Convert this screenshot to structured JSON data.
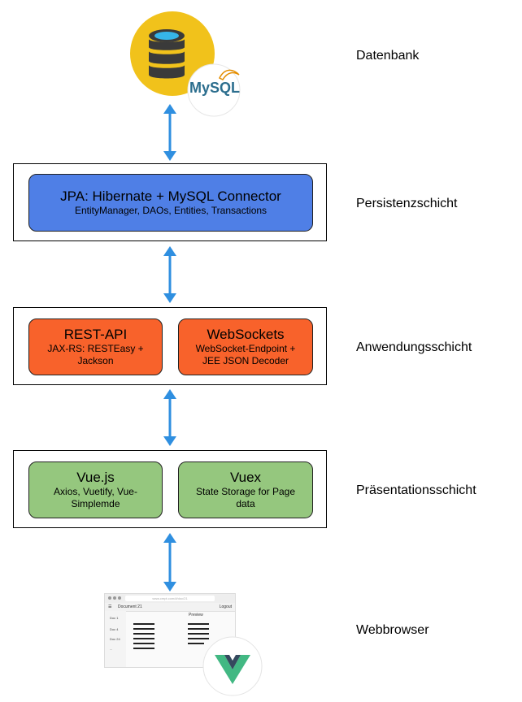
{
  "layers": {
    "db": "Datenbank",
    "persistence": "Persistenzschicht",
    "application": "Anwendungsschicht",
    "presentation": "Präsentationsschicht",
    "browser": "Webbrowser"
  },
  "persistence_box": {
    "title": "JPA: Hibernate + MySQL Connector",
    "subtitle": "EntityManager, DAOs, Entities, Transactions"
  },
  "rest_box": {
    "title": "REST-API",
    "subtitle": "JAX-RS: RESTEasy + Jackson"
  },
  "ws_box": {
    "title": "WebSockets",
    "subtitle": "WebSocket-Endpoint + JEE JSON Decoder"
  },
  "vue_box": {
    "title": "Vue.js",
    "subtitle": "Axios, Vuetify, Vue-Simplemde"
  },
  "vuex_box": {
    "title": "Vuex",
    "subtitle": "State Storage for Page data"
  },
  "mysql_logo_text": "MySQL",
  "browser_mock": {
    "url": "www.cmpt.com/#/doc/21",
    "doc_title": "Document 21",
    "logout": "Logout",
    "preview": "Preview",
    "side_items": [
      "Doc 1",
      "Doc 4",
      "Doc 24",
      "..."
    ]
  },
  "colors": {
    "persistence": "#4f7fe6",
    "application": "#f8622b",
    "presentation": "#95c77e",
    "arrow": "#2f8fe0",
    "db_icon_bg": "#f1c21b"
  },
  "icons": {
    "database": "database-icon",
    "mysql": "mysql-logo",
    "vue": "vue-logo",
    "browser": "browser-window-icon"
  }
}
